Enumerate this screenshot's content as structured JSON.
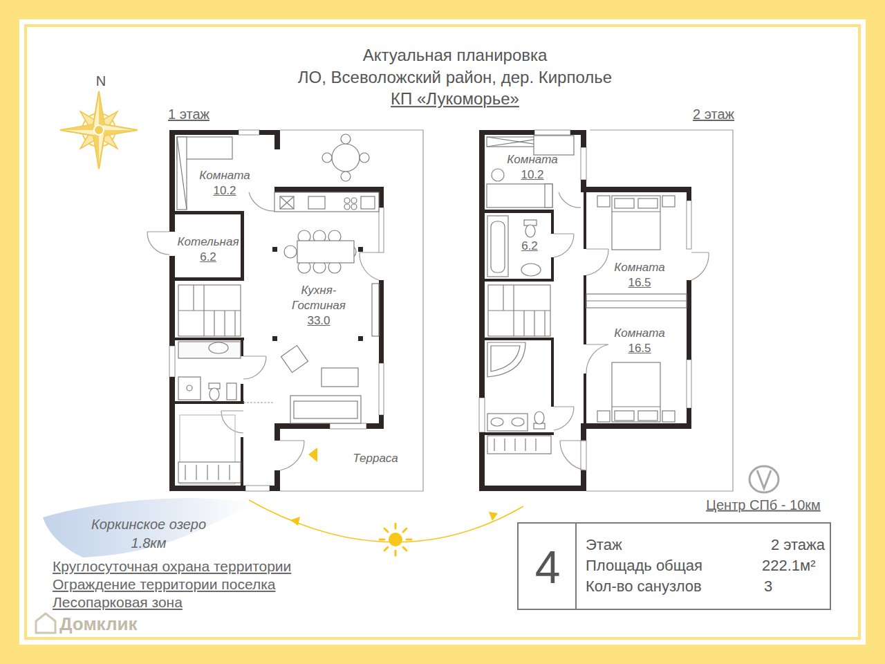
{
  "diagram": {
    "title": "Актуальная планировка",
    "nodes": [
      {
        "text": [
          "1 этаж"
        ]
      },
      {
        "text": [
          "Комната",
          "10.2"
        ],
        "in": 0
      },
      {
        "text": [
          "Котельная",
          "6.2"
        ],
        "in": 0
      },
      {
        "text": [
          "Кухня- Гостиная",
          "33.0"
        ],
        "in": 0
      },
      {
        "text": [
          "Терраса"
        ],
        "in": 0
      },
      {
        "text": [
          "2 этаж"
        ]
      },
      {
        "text": [
          "Комната",
          "10.2"
        ],
        "in": 5
      },
      {
        "text": [
          "6.2"
        ],
        "in": 5
      },
      {
        "text": [
          "Комната",
          "16.5"
        ],
        "in": 5
      },
      {
        "text": [
          "Комната",
          "16.5"
        ],
        "in": 5
      },
      {
        "text": [
          "4",
          "Этаж",
          "2 этажа",
          "Площадь общая",
          "222.1м²",
          "Кол-во санузлов",
          "3"
        ]
      }
    ],
    "labels": [
      "ЛО, Всеволожский район, дер. Кирполье",
      "КП «Лукоморье»",
      "N",
      "Коркинское озеро",
      "1.8км",
      "Круглосуточная охрана территории",
      "Ограждение территории поселка",
      "Лесопарковая зона",
      "Центр СПб - 10км",
      "Домклик"
    ]
  }
}
